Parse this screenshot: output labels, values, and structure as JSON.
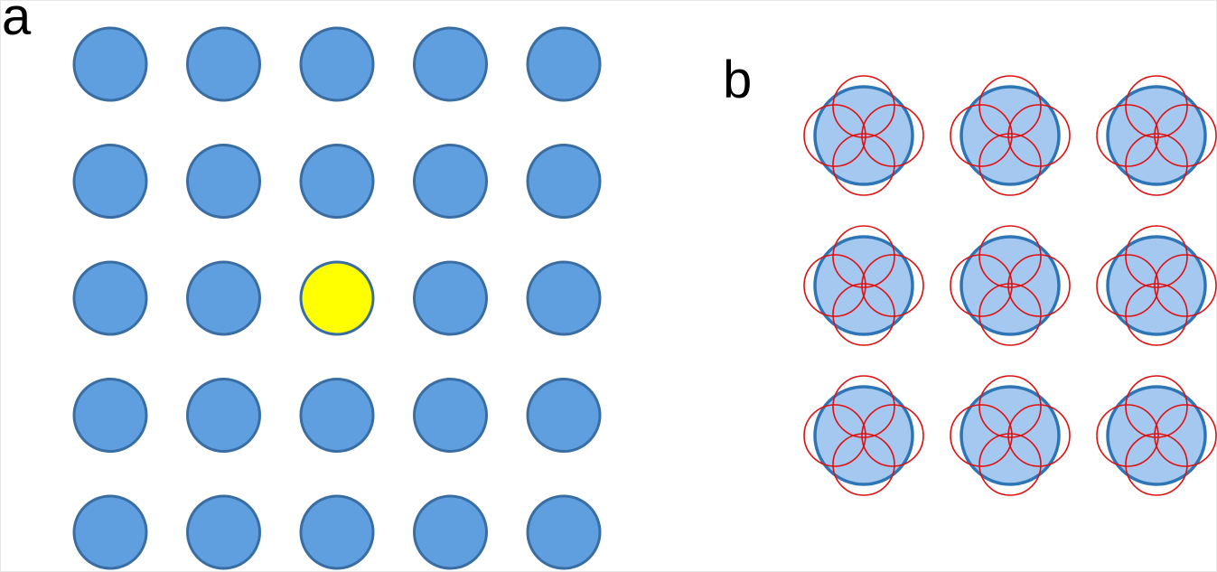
{
  "panel_a": {
    "label": "a",
    "rows": 5,
    "cols": 5,
    "highlight": {
      "row": 2,
      "col": 2
    },
    "colors": {
      "fill": "#5f9fdf",
      "stroke": "#3a6ea3",
      "highlight_fill": "#ffff00",
      "highlight_stroke": "#3a6ea3"
    }
  },
  "panel_b": {
    "label": "b",
    "rows": 3,
    "cols": 3,
    "petals_per_unit": 4,
    "colors": {
      "fill": "#a4c8f0",
      "stroke": "#2e75b6",
      "petal_stroke": "#e01010"
    }
  }
}
